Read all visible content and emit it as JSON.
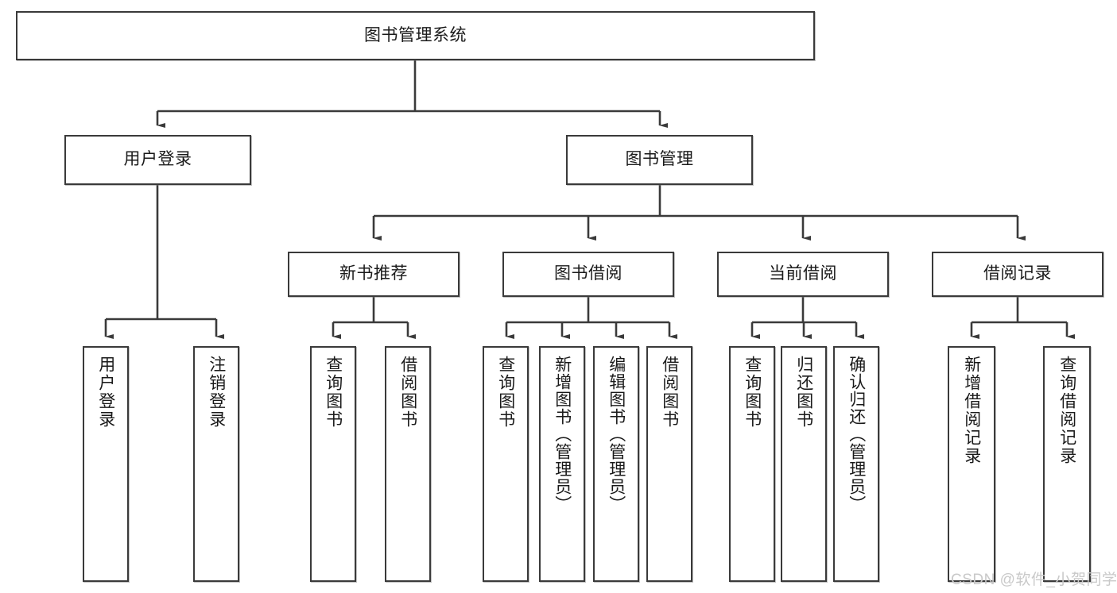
{
  "diagram": {
    "type": "tree",
    "title": "图书管理系统",
    "root": {
      "label": "图书管理系统"
    },
    "level2": [
      {
        "label": "用户登录"
      },
      {
        "label": "图书管理"
      }
    ],
    "level3": [
      {
        "label": "新书推荐"
      },
      {
        "label": "图书借阅"
      },
      {
        "label": "当前借阅"
      },
      {
        "label": "借阅记录"
      }
    ],
    "leaves": {
      "user_login": [
        {
          "label": "用户登录"
        },
        {
          "label": "注销登录"
        }
      ],
      "new_book_recommend": [
        {
          "label": "查询图书"
        },
        {
          "label": "借阅图书"
        }
      ],
      "book_borrow": [
        {
          "label": "查询图书"
        },
        {
          "label": "新增图书（管理员）"
        },
        {
          "label": "编辑图书（管理员）"
        },
        {
          "label": "借阅图书"
        }
      ],
      "current_borrow": [
        {
          "label": "查询图书"
        },
        {
          "label": "归还图书"
        },
        {
          "label": "确认归还（管理员）"
        }
      ],
      "borrow_records": [
        {
          "label": "新增借阅记录"
        },
        {
          "label": "查询借阅记录"
        }
      ]
    }
  },
  "watermark": {
    "text": "CSDN @软件_小贺同学"
  },
  "colors": {
    "border": "#3a3a3a",
    "background": "#ffffff",
    "text": "#1a1a1a",
    "watermark": "#c9c9c9"
  }
}
